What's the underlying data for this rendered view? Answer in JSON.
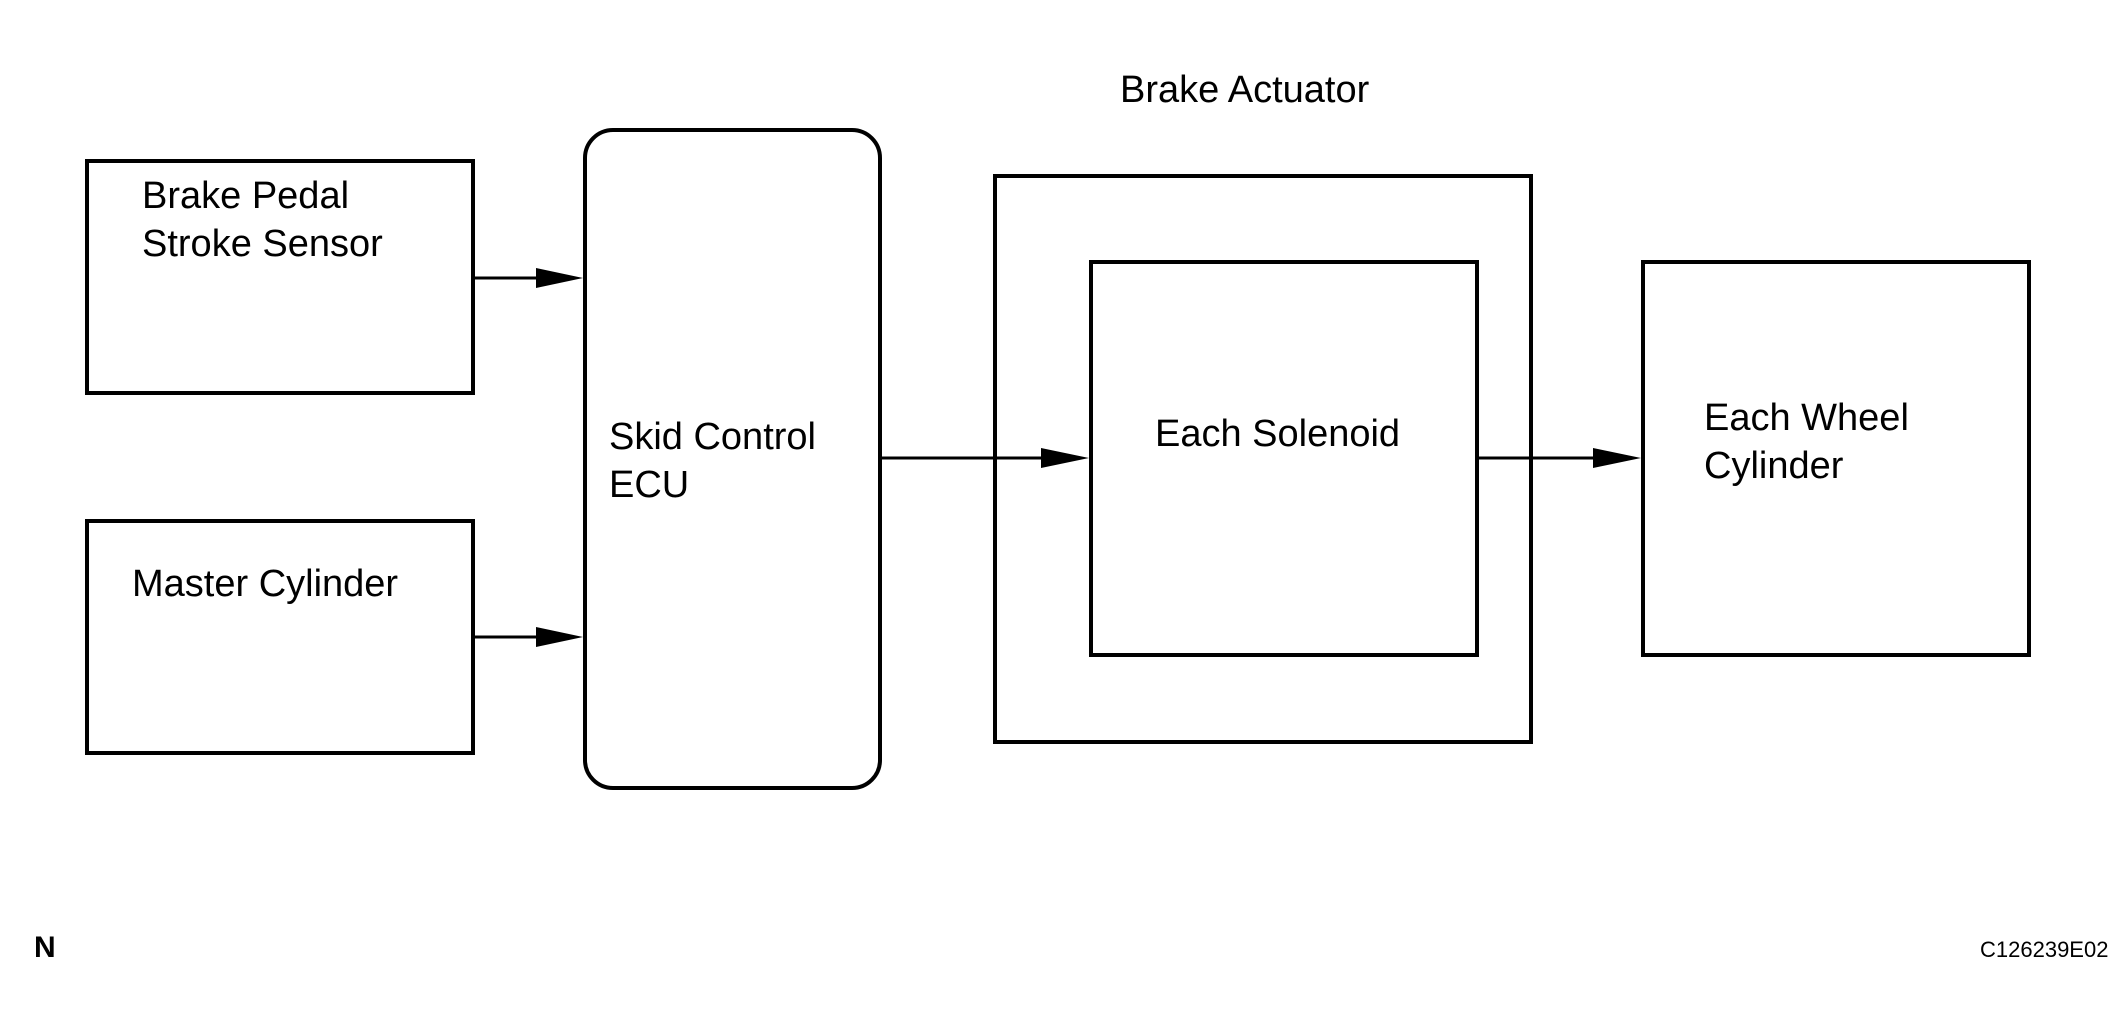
{
  "diagram": {
    "brake_pedal_sensor": {
      "line1": "Brake Pedal",
      "line2": "Stroke Sensor"
    },
    "master_cylinder": {
      "label": "Master Cylinder"
    },
    "skid_control_ecu": {
      "line1": "Skid Control",
      "line2": "ECU"
    },
    "brake_actuator": {
      "label": "Brake Actuator"
    },
    "each_solenoid": {
      "label": "Each Solenoid"
    },
    "each_wheel_cylinder": {
      "line1": "Each Wheel",
      "line2": "Cylinder"
    },
    "footer": {
      "left_mark": "N",
      "figure_code": "C126239E02"
    }
  }
}
